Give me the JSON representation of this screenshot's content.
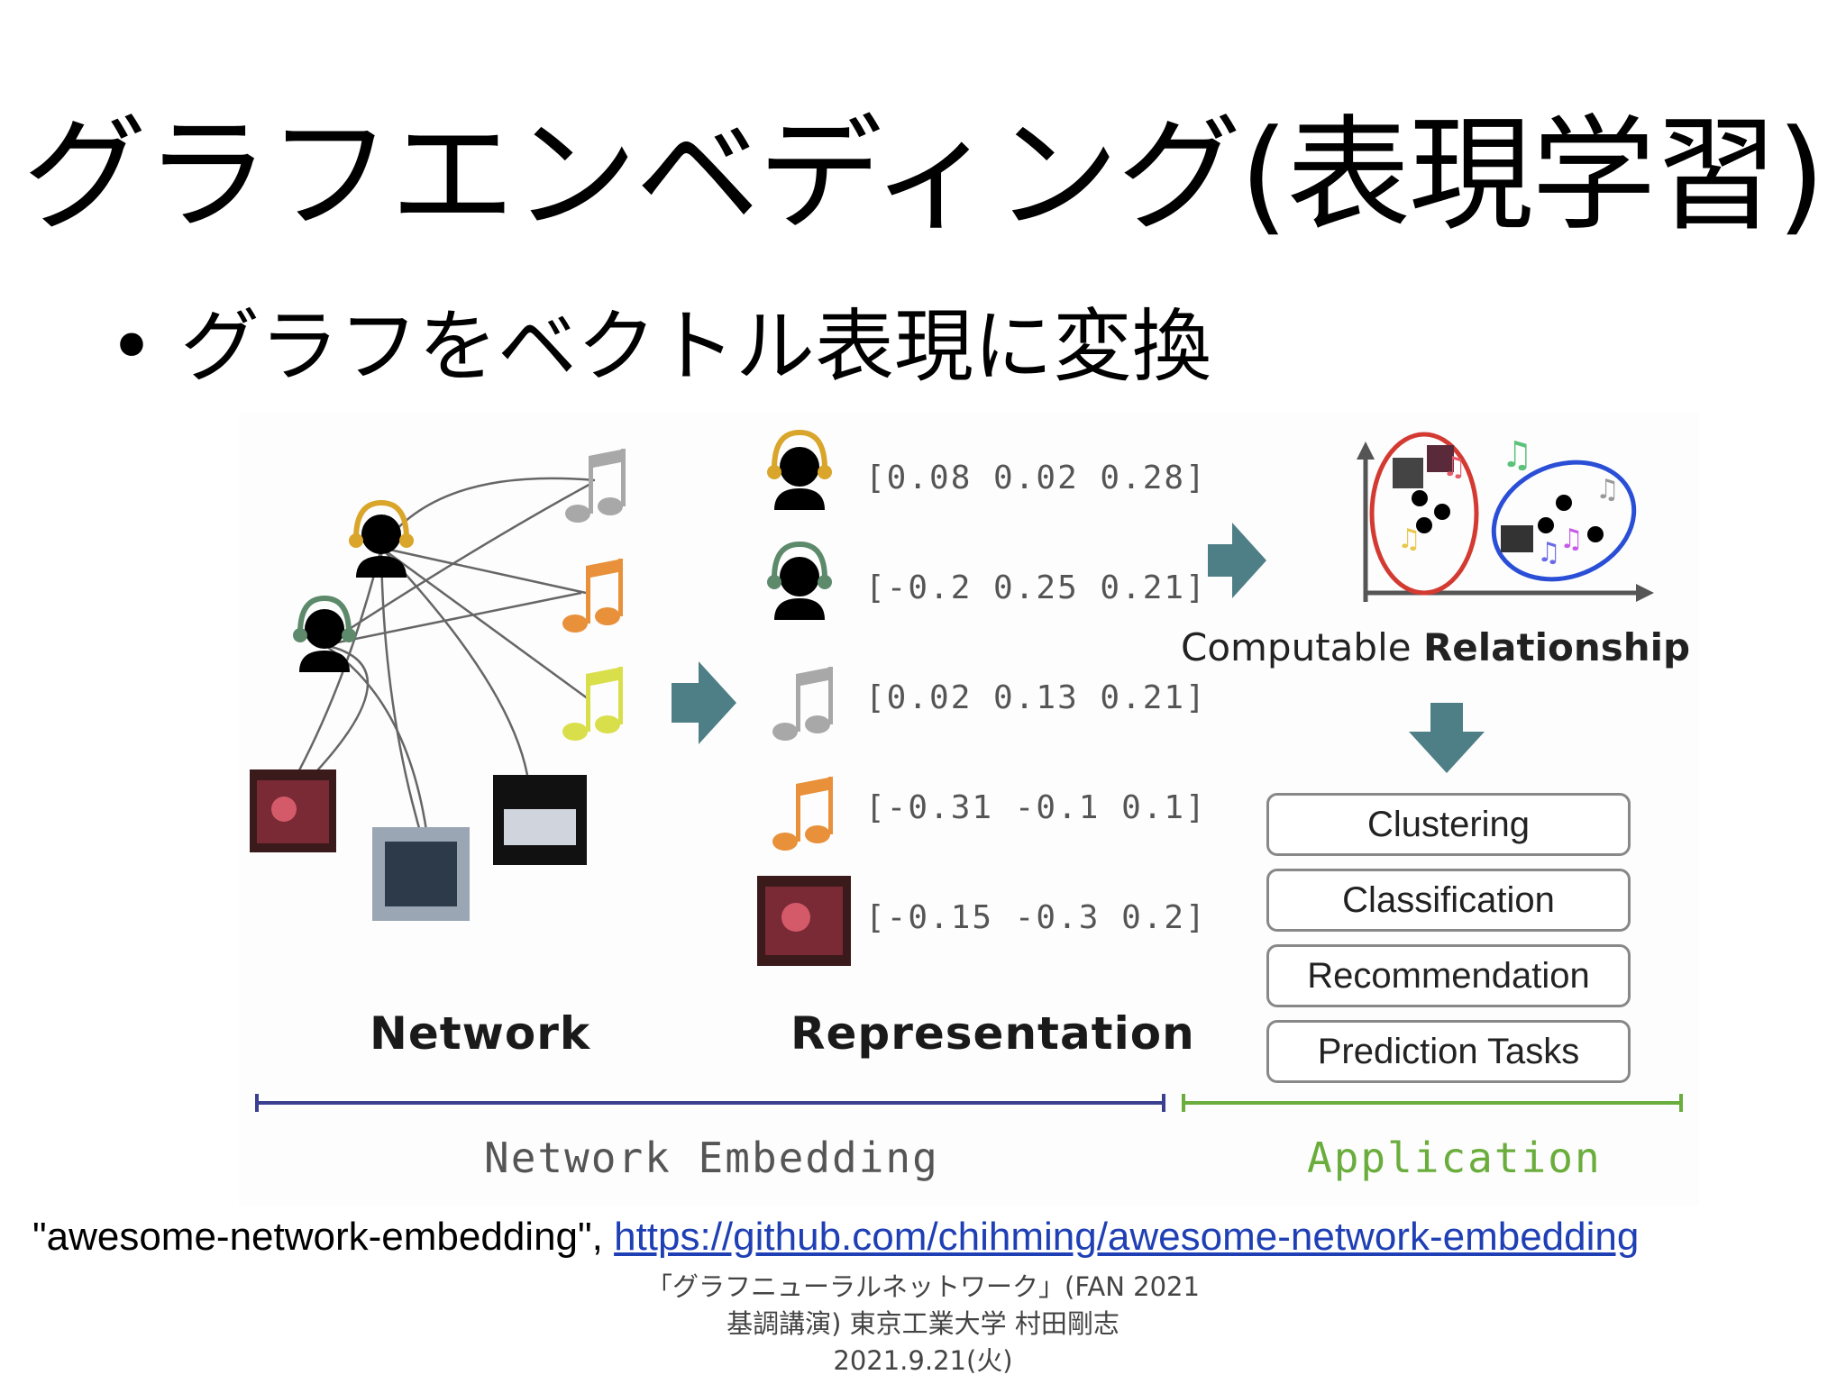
{
  "slide": {
    "title": "グラフエンベディング(表現学習)",
    "bullet": "グラフをベクトル表現に変換"
  },
  "figure": {
    "embeddings": [
      {
        "kind": "listener-yellow-icon",
        "vector": "[0.08 0.02 0.28]"
      },
      {
        "kind": "listener-green-icon",
        "vector": "[-0.2 0.25 0.21]"
      },
      {
        "kind": "music-note-gray-icon",
        "vector": "[0.02 0.13 0.21]"
      },
      {
        "kind": "music-note-orange-icon",
        "vector": "[-0.31 -0.1 0.1]"
      },
      {
        "kind": "album-photo",
        "vector": "[-0.15 -0.3 0.2]"
      }
    ],
    "network_label": "Network",
    "representation_label": "Representation",
    "computable_prefix": "Computable",
    "computable_bold": "Relationship",
    "tasks": [
      "Clustering",
      "Classification",
      "Recommendation",
      "Prediction Tasks"
    ],
    "span_left": "Network Embedding",
    "span_right": "Application",
    "colors": {
      "arrow": "#4f7f86",
      "embedding_bracket": "#3a3f8f",
      "application_bracket": "#6aad3d",
      "application_text": "#6aad3d",
      "cluster_red": "#d23a32",
      "cluster_blue": "#2a4fd6"
    }
  },
  "reference": {
    "name": "\"awesome-network-embedding\", ",
    "url": "https://github.com/chihming/awesome-network-embedding"
  },
  "credit": {
    "line1": "「グラフニューラルネットワーク」(FAN 2021",
    "line2": "基調講演) 東京工業大学 村田剛志",
    "line3": "2021.9.21(火)"
  }
}
